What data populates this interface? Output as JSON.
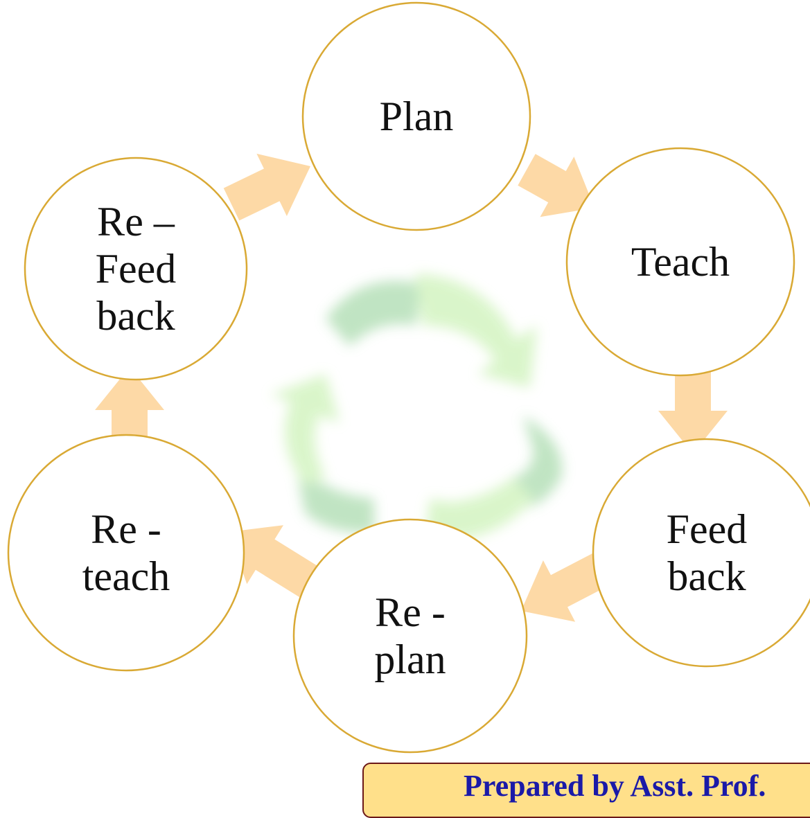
{
  "diagram": {
    "type": "cycle",
    "nodes": [
      {
        "id": "plan",
        "lines": [
          "Plan"
        ]
      },
      {
        "id": "teach",
        "lines": [
          "Teach"
        ]
      },
      {
        "id": "feedback",
        "lines": [
          "Feed",
          "back"
        ]
      },
      {
        "id": "replan",
        "lines": [
          "Re -",
          "plan"
        ]
      },
      {
        "id": "reteach",
        "lines": [
          "Re -",
          "teach"
        ]
      },
      {
        "id": "refeedback",
        "lines": [
          "Re –",
          "Feed",
          "back"
        ]
      }
    ],
    "edges": [
      {
        "from": "plan",
        "to": "teach"
      },
      {
        "from": "teach",
        "to": "feedback"
      },
      {
        "from": "feedback",
        "to": "replan"
      },
      {
        "from": "replan",
        "to": "reteach"
      },
      {
        "from": "reteach",
        "to": "refeedback"
      },
      {
        "from": "refeedback",
        "to": "plan"
      }
    ],
    "colors": {
      "node_outline": "#d9a934",
      "node_fill": "#ffffff",
      "arrow": "#fdd9a6",
      "text": "#111111",
      "background_cycle_green": "#bde3c0",
      "background_cycle_light": "#d8f5c8"
    }
  },
  "callout": {
    "text": "Prepared by Asst. Prof.",
    "background_color": "#ffe08a",
    "border_color": "#6b1818",
    "text_color": "#1a1aa8"
  }
}
